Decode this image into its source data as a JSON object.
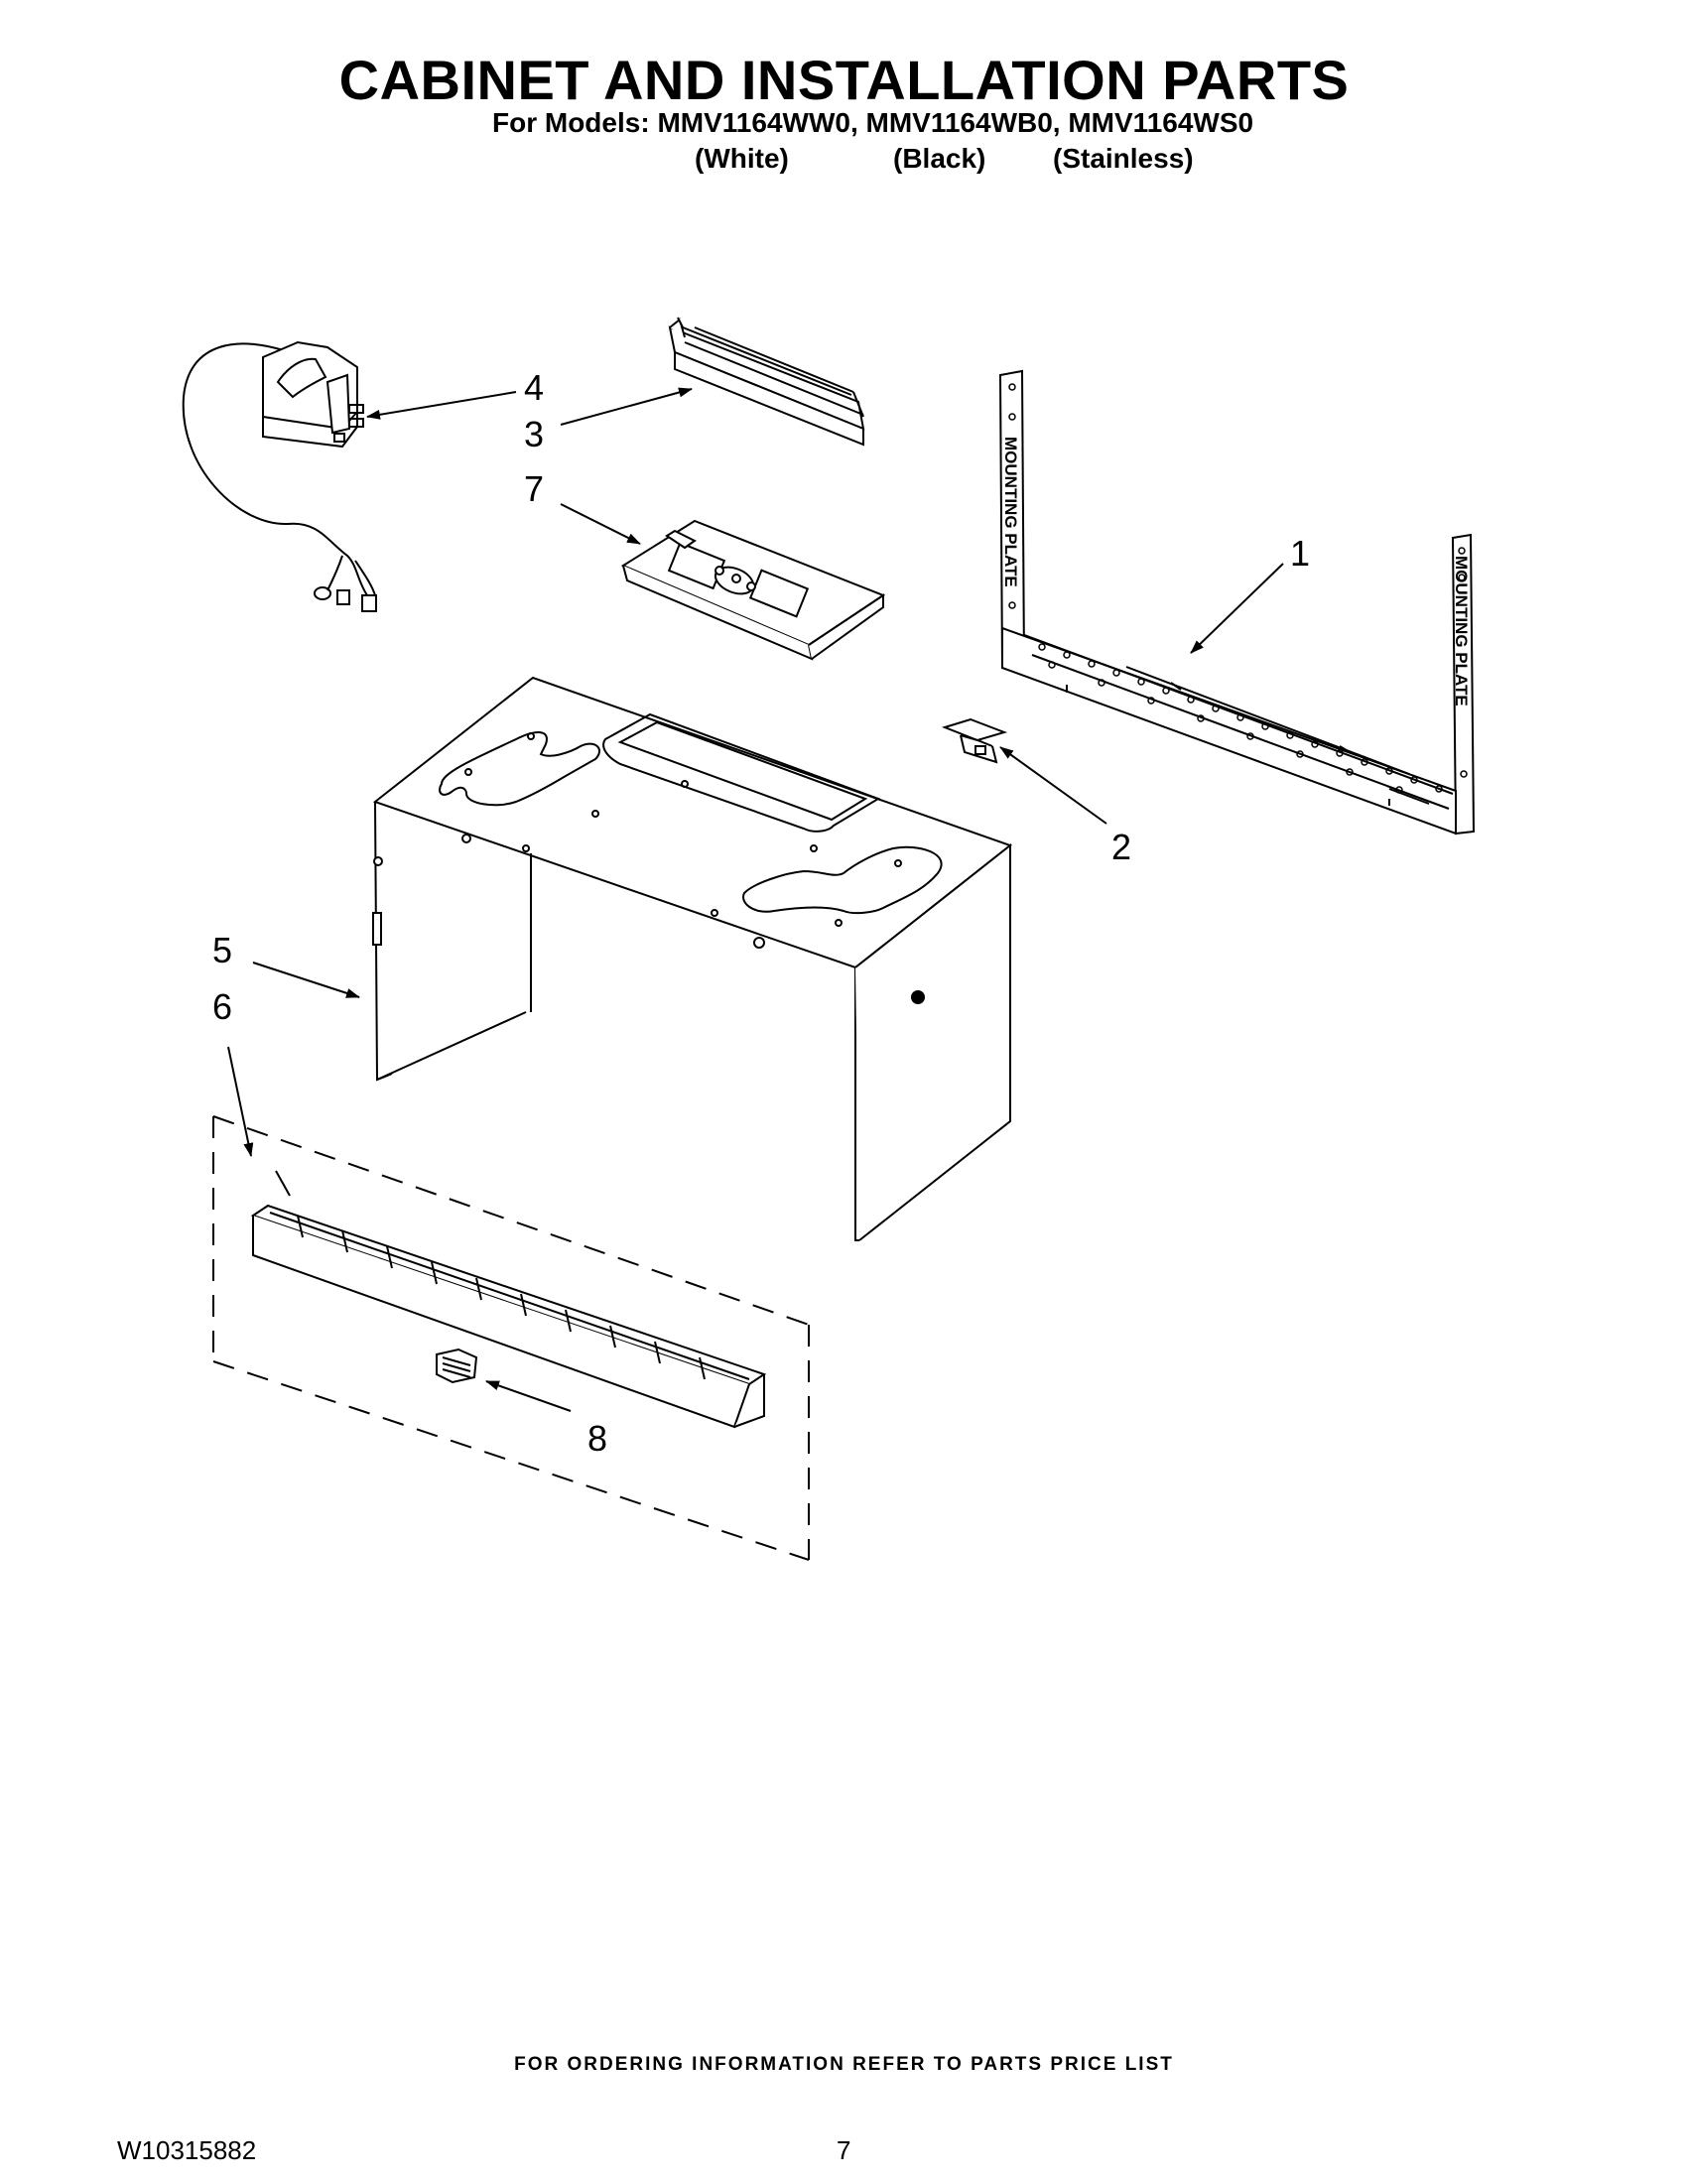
{
  "header": {
    "title": "CABINET AND INSTALLATION PARTS",
    "models_line": "For Models: MMV1164WW0, MMV1164WB0, MMV1164WS0",
    "colors": [
      "(White)",
      "(Black)",
      "(Stainless)"
    ]
  },
  "diagram": {
    "callouts": [
      "1",
      "2",
      "3",
      "4",
      "5",
      "6",
      "7",
      "8"
    ],
    "mounting_plate_text": "MOUNTING PLATE"
  },
  "footer": {
    "ordering_note": "FOR ORDERING INFORMATION REFER TO PARTS PRICE LIST",
    "doc_number": "W10315882",
    "page_number": "7"
  },
  "colors": {
    "ink": "#000000",
    "paper": "#ffffff"
  }
}
